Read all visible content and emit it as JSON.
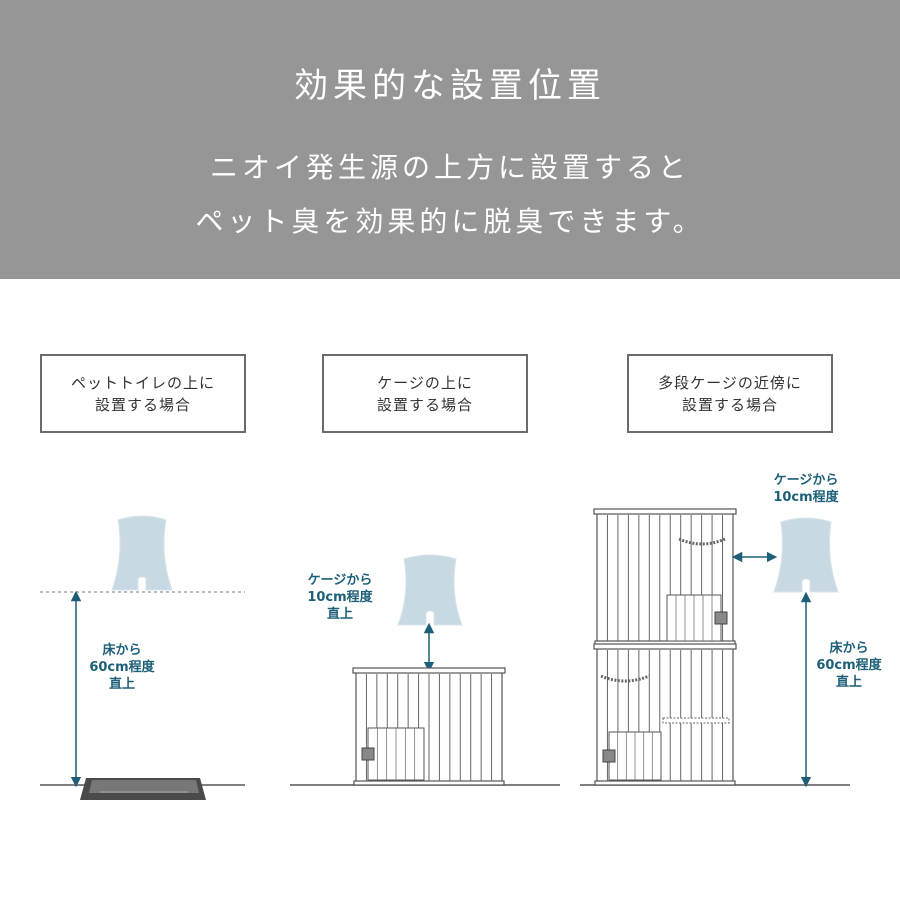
{
  "header": {
    "title": "効果的な設置位置",
    "line1": "ニオイ発生源の上方に設置すると",
    "line2": "ペット臭を効果的に脱臭できます。"
  },
  "scenarios": [
    {
      "label_line1": "ペットトイレの上に",
      "label_line2": "設置する場合",
      "annotation": [
        "床から",
        "60cm程度",
        "直上"
      ]
    },
    {
      "label_line1": "ケージの上に",
      "label_line2": "設置する場合",
      "annotation": [
        "ケージから",
        "10cm程度",
        "直上"
      ]
    },
    {
      "label_line1": "多段ケージの近傍に",
      "label_line2": "設置する場合",
      "annotation_top": [
        "ケージから",
        "10cm程度"
      ],
      "annotation_side": [
        "床から",
        "60cm程度",
        "直上"
      ]
    }
  ],
  "colors": {
    "banner": "#969696",
    "accent": "#1d5f78",
    "device": "#c9d9e3",
    "line": "#555555"
  }
}
